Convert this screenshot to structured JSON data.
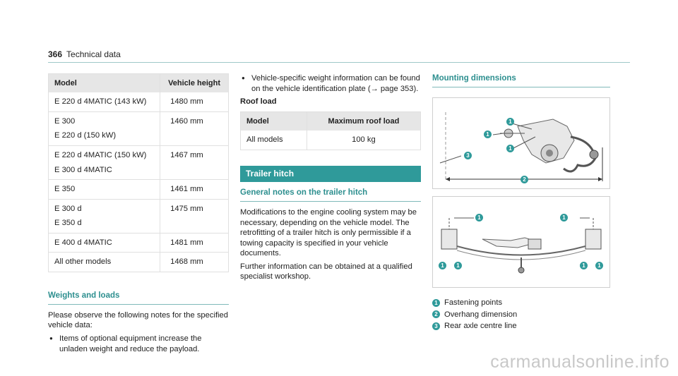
{
  "header": {
    "page_number": "366",
    "section": "Technical data"
  },
  "vehicle_height_table": {
    "col_model": "Model",
    "col_height": "Vehicle height",
    "rows": [
      {
        "model": [
          "E 220 d 4MATIC (143 kW)"
        ],
        "height": "1480 mm"
      },
      {
        "model": [
          "E 300",
          "E 220 d (150 kW)"
        ],
        "height": "1460 mm"
      },
      {
        "model": [
          "E 220 d 4MATIC (150 kW)",
          "E 300 d 4MATIC"
        ],
        "height": "1467 mm"
      },
      {
        "model": [
          "E 350"
        ],
        "height": "1461 mm"
      },
      {
        "model": [
          "E 300 d",
          "E 350 d"
        ],
        "height": "1475 mm"
      },
      {
        "model": [
          "E 400 d 4MATIC"
        ],
        "height": "1481 mm"
      },
      {
        "model": [
          "All other models"
        ],
        "height": "1468 mm"
      }
    ]
  },
  "weights": {
    "title": "Weights and loads",
    "intro": "Please observe the following notes for the specified vehicle data:",
    "bullet1": "Items of optional equipment increase the unladen weight and reduce the payload.",
    "bullet2": "Vehicle-specific weight information can be found on the vehicle identification plate (→ page 353)."
  },
  "roof_load": {
    "title": "Roof load",
    "col_model": "Model",
    "col_load": "Maximum roof load",
    "row_model": "All models",
    "row_load": "100 kg"
  },
  "trailer": {
    "bar_title": "Trailer hitch",
    "subtitle": "General notes on the trailer hitch",
    "para1": "Modifications to the engine cooling system may be necessary, depending on the vehicle model. The retrofitting of a trailer hitch is only permissible if a towing capacity is specified in your vehicle documents.",
    "para2": "Further information can be obtained at a qualified specialist workshop."
  },
  "mounting": {
    "title": "Mounting dimensions",
    "legend": [
      {
        "num": "1",
        "text": "Fastening points"
      },
      {
        "num": "2",
        "text": "Overhang dimension"
      },
      {
        "num": "3",
        "text": "Rear axle centre line"
      }
    ]
  },
  "watermark": "carmanualsonline.info"
}
